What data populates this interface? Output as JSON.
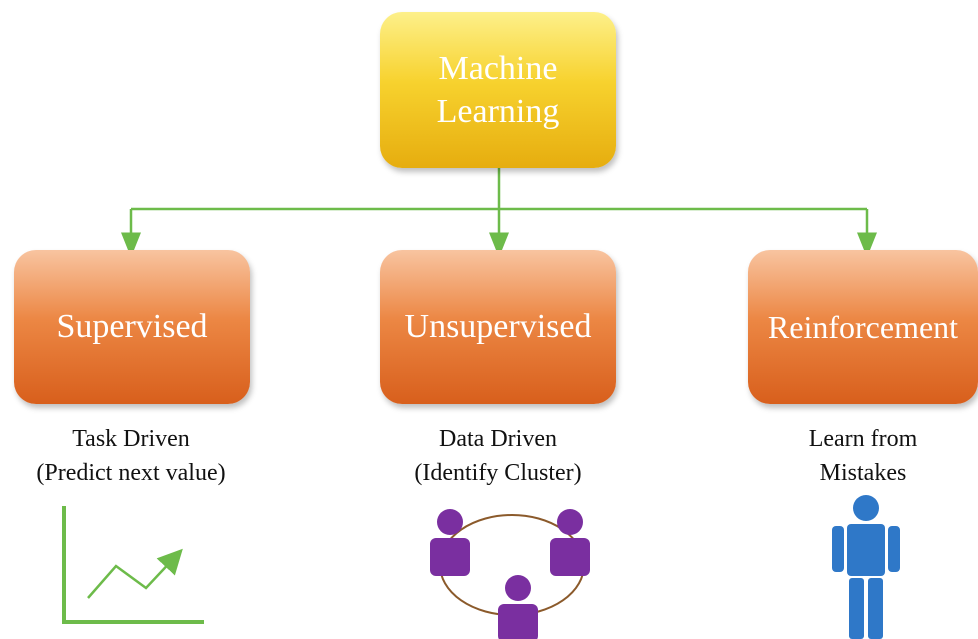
{
  "root": {
    "line1": "Machine",
    "line2": "Learning"
  },
  "categories": [
    {
      "label": "Supervised",
      "desc_line1": "Task Driven",
      "desc_line2": "(Predict next value)",
      "icon": "line-chart-icon"
    },
    {
      "label": "Unsupervised",
      "desc_line1": "Data Driven",
      "desc_line2": "(Identify Cluster)",
      "icon": "people-cluster-icon"
    },
    {
      "label": "Reinforcement",
      "desc_line1": "Learn from",
      "desc_line2": "Mistakes",
      "icon": "person-icon"
    }
  ],
  "colors": {
    "root_box": "#f7d22e",
    "child_box": "#ec8744",
    "connector": "#6dbb4a",
    "cluster_people": "#7a2fa0",
    "person": "#2f78c8"
  }
}
